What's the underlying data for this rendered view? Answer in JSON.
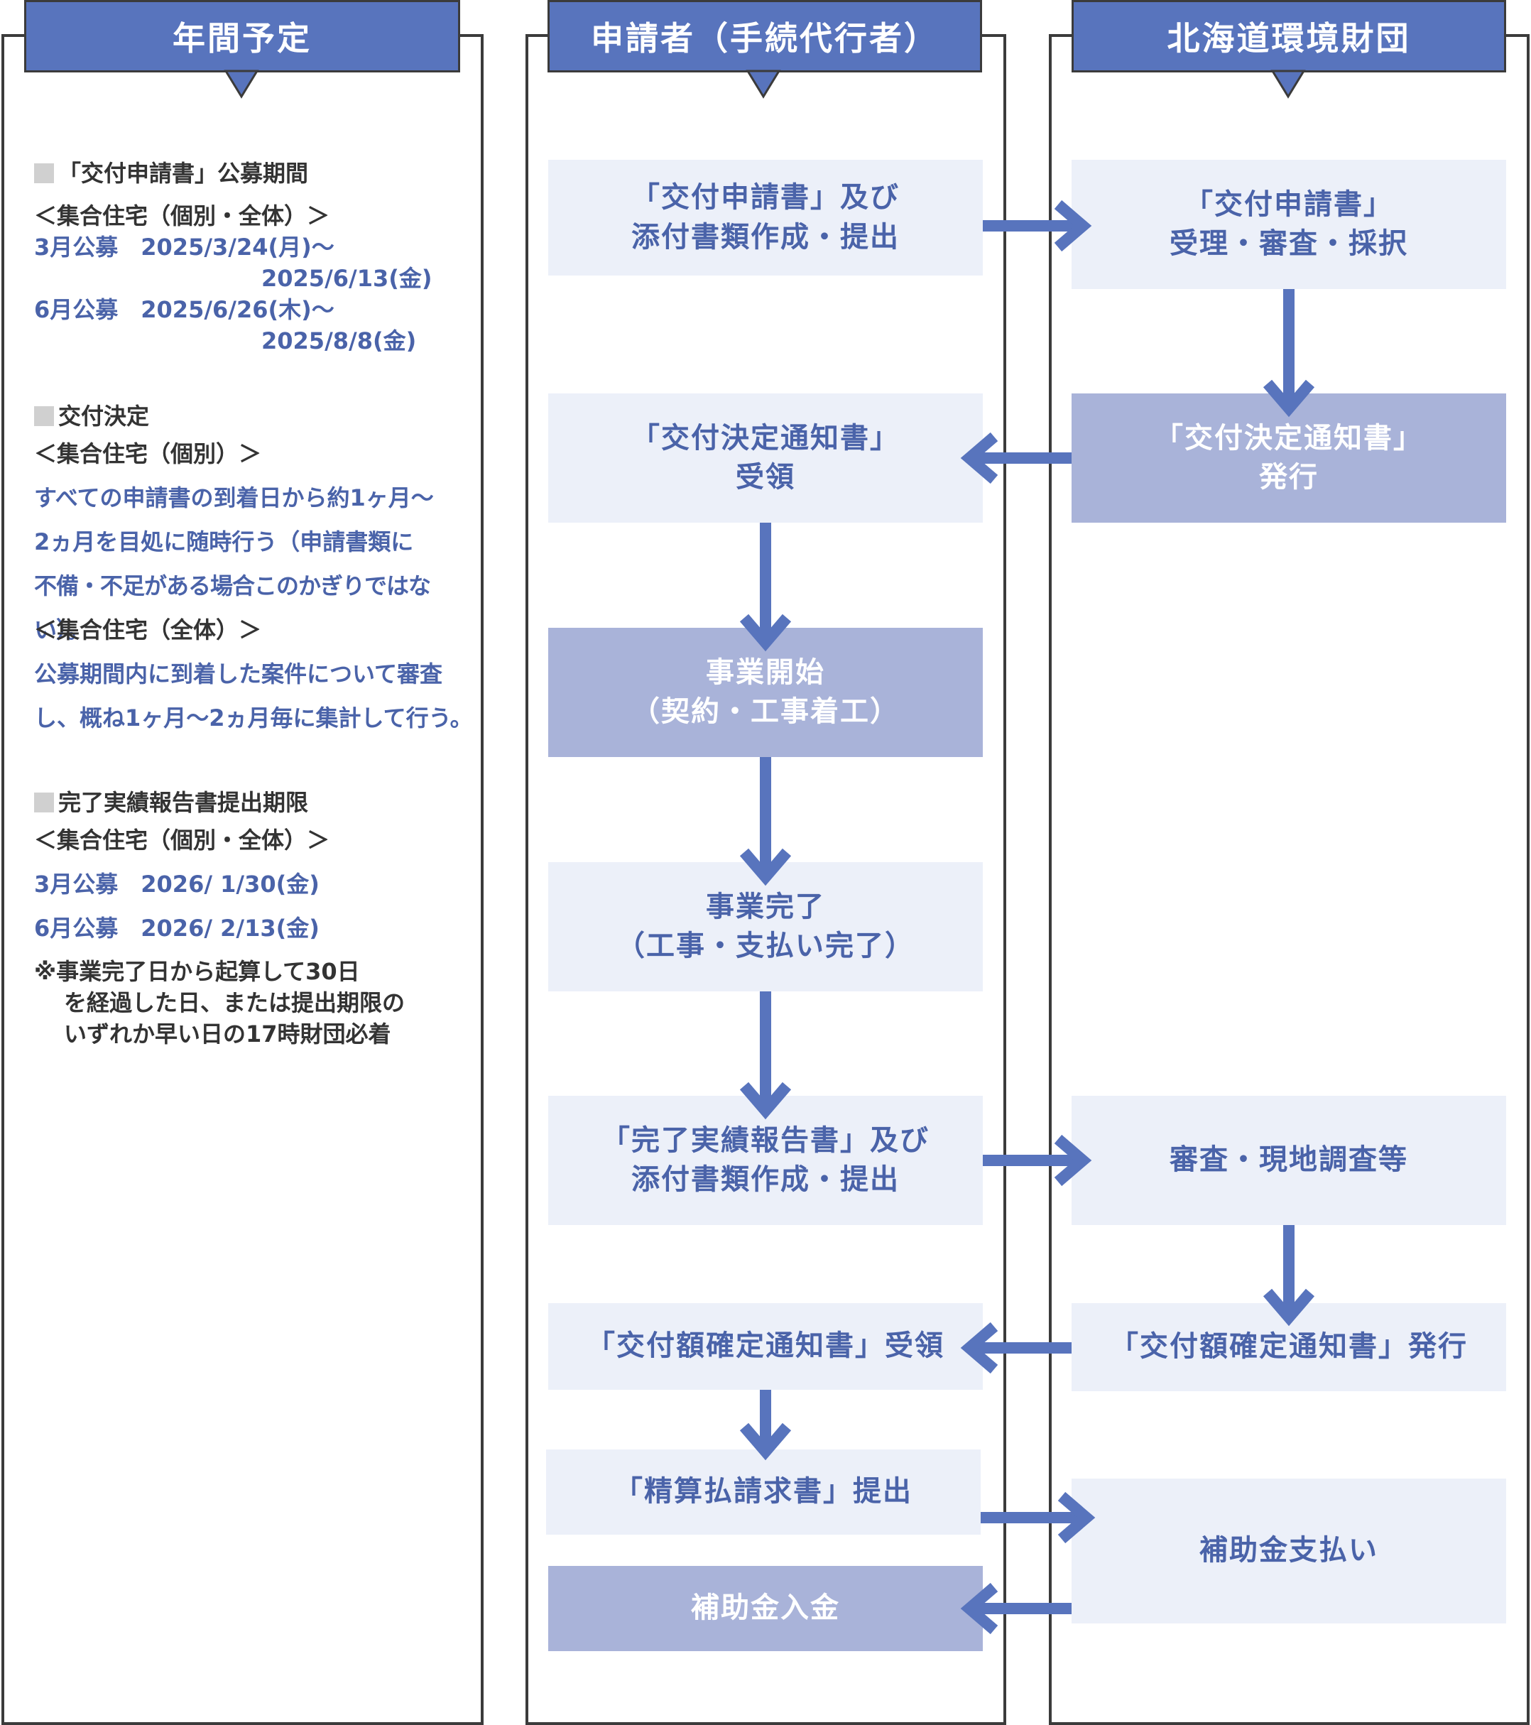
{
  "headers": {
    "schedule": "年間予定",
    "applicant": "申請者（手続代行者）",
    "foundation": "北海道環境財団"
  },
  "schedule": {
    "s1_title": "「交付申請書」公募期間",
    "s1_target": "＜集合住宅（個別・全体）＞",
    "s1_lines": [
      "3月公募　2025/3/24(月)～",
      "2025/6/13(金)",
      "6月公募　2025/6/26(木)～",
      "2025/8/8(金)"
    ],
    "s2_title": "交付決定",
    "s2_target_a": "＜集合住宅（個別）＞",
    "s2_text_a": [
      "すべての申請書の到着日から約1ヶ月～",
      "2ヵ月を目処に随時行う（申請書類に",
      "不備・不足がある場合このかぎりではない）。"
    ],
    "s2_target_b": "＜集合住宅（全体）＞",
    "s2_text_b": [
      "公募期間内に到着した案件について審査",
      "し、概ね1ヶ月～2ヵ月毎に集計して行う。"
    ],
    "s3_title": "完了実績報告書提出期限",
    "s3_target": "＜集合住宅（個別・全体）＞",
    "s3_lines": [
      "3月公募　2026/ 1/30(金)",
      "6月公募　2026/ 2/13(金)"
    ],
    "s3_note": [
      "※事業完了日から起算して30日",
      "を経過した日、または提出期限の",
      "いずれか早い日の17時財団必着"
    ]
  },
  "applicant_steps": [
    {
      "lines": [
        "「交付申請書」及び",
        "添付書類作成・提出"
      ]
    },
    {
      "lines": [
        "「交付決定通知書」",
        "受領"
      ]
    },
    {
      "lines": [
        "事業開始",
        "（契約・工事着工）"
      ]
    },
    {
      "lines": [
        "事業完了",
        "（工事・支払い完了）"
      ]
    },
    {
      "lines": [
        "「完了実績報告書」及び",
        "添付書類作成・提出"
      ]
    },
    {
      "lines": [
        "「交付額確定通知書」受領"
      ]
    },
    {
      "lines": [
        "「精算払請求書」提出"
      ]
    },
    {
      "lines": [
        "補助金入金"
      ]
    }
  ],
  "foundation_steps": [
    {
      "lines": [
        "「交付申請書」",
        "受理・審査・採択"
      ]
    },
    {
      "lines": [
        "「交付決定通知書」",
        "発行"
      ]
    },
    {
      "lines": [
        "審査・現地調査等"
      ]
    },
    {
      "lines": [
        "「交付額確定通知書」発行"
      ]
    },
    {
      "lines": [
        "補助金支払い"
      ]
    }
  ],
  "colors": {
    "header": "#5874bd",
    "box_light": "#ecf0f9",
    "box_dark": "#a9b3d9",
    "arrow": "#5874bd",
    "text_blue": "#4a63a9"
  }
}
